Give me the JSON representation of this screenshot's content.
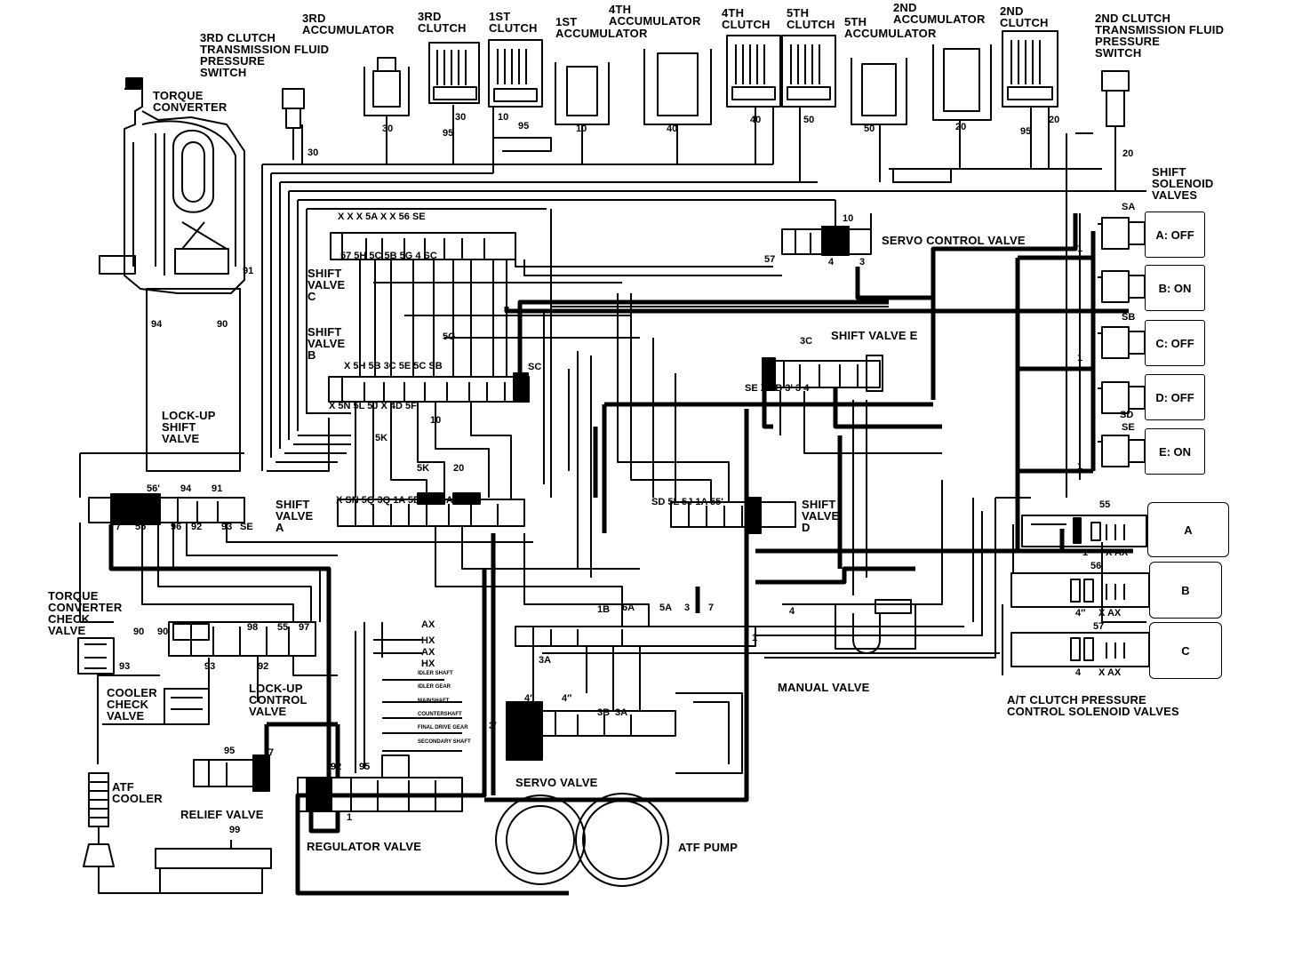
{
  "top_components": {
    "switch3": "3RD CLUTCH\nTRANSMISSION FLUID\nPRESSURE\nSWITCH",
    "acc3": "3RD\nACCUMULATOR",
    "clutch3": "3RD\nCLUTCH",
    "clutch1": "1ST\nCLUTCH",
    "acc1": "1ST\nACCUMULATOR",
    "acc4": "4TH\nACCUMULATOR",
    "clutch4": "4TH\nCLUTCH",
    "clutch5": "5TH\nCLUTCH",
    "acc5": "5TH\nACCUMULATOR",
    "acc2": "2ND\nACCUMULATOR",
    "clutch2": "2ND\nCLUTCH",
    "switch2": "2ND CLUTCH\nTRANSMISSION FLUID\nPRESSURE\nSWITCH"
  },
  "valves": {
    "torque_converter": "TORQUE\nCONVERTER",
    "shift_valve_c": "SHIFT\nVALVE\nC",
    "shift_valve_b": "SHIFT\nVALVE\nB",
    "servo_control": "SERVO CONTROL VALVE",
    "shift_valve_e": "SHIFT VALVE E",
    "lockup_shift": "LOCK-UP\nSHIFT\nVALVE",
    "shift_valve_a": "SHIFT\nVALVE\nA",
    "shift_valve_d": "SHIFT\nVALVE\nD",
    "tc_check": "TORQUE\nCONVERTER\nCHECK\nVALVE",
    "cooler_check": "COOLER\nCHECK\nVALVE",
    "lockup_control": "LOCK-UP\nCONTROL\nVALVE",
    "manual": "MANUAL VALVE",
    "atf_cooler": "ATF\nCOOLER",
    "relief": "RELIEF VALVE",
    "regulator": "REGULATOR VALVE",
    "servo": "SERVO VALVE",
    "atf_pump": "ATF PUMP",
    "clutch_pcs": "A/T CLUTCH PRESSURE\nCONTROL SOLENOID VALVES"
  },
  "shift_solenoids": {
    "title": "SHIFT\nSOLENOID\nVALVES",
    "items": [
      "A: OFF",
      "B: ON",
      "C: OFF",
      "D: OFF",
      "E: ON"
    ]
  },
  "pcs_solenoids": [
    "A",
    "B",
    "C"
  ],
  "regulator_notes": [
    "AX",
    "HX",
    "AX",
    "HX",
    "IDLER SHAFT",
    "IDLER GEAR",
    "MAINSHAFT",
    "COUNTERSHAFT",
    "FINAL DRIVE GEAR",
    "SECONDARY SHAFT"
  ],
  "ports": {
    "p_30a": "30",
    "p_30b": "30",
    "p_95a": "95",
    "p_30c": "30",
    "p_10a": "10",
    "p_95b": "95",
    "p_10b": "10",
    "p_40a": "40",
    "p_40b": "40",
    "p_50a": "50",
    "p_50b": "50",
    "p_20a": "20",
    "p_95c": "95",
    "p_20b": "20",
    "p_20c": "20",
    "p_91": "91",
    "p_94": "94",
    "p_90": "90",
    "p_sa": "SA",
    "p_sb": "SB",
    "p_sc": "SC",
    "p_sd": "SD",
    "p_se": "SE",
    "p_1a": "1",
    "p_1b": "1",
    "p_1c": "1",
    "p_57": "57",
    "p_4": "4",
    "p_3": "3",
    "p_10c": "10",
    "p_55": "55",
    "p_56": "56",
    "p_57b": "57",
    "p_1d": "1",
    "p_xax1": "X  AX",
    "p_xax2": "X  AX",
    "p_xax3": "X  AX",
    "p_4p": "4″",
    "p_4q": "4",
    "p_92": "92",
    "p_95d": "95",
    "p_7": "7",
    "p_1e": "1",
    "p_99": "99",
    "p_3p": "3′",
    "p_4pp": "4′",
    "p_4ppp": "4″",
    "p_3b": "3B",
    "p_3a": "3A",
    "p_3a2": "3A",
    "p_1b2": "1B",
    "p_6a": "6A",
    "p_5a": "5A",
    "p_3c": "3",
    "p_7b": "7",
    "p_4c": "4",
    "p_1f": "1",
    "p_90b": "90",
    "p_93": "93",
    "p_90c": "90",
    "p_98": "98",
    "p_55b": "55",
    "p_97": "97",
    "p_96": "96",
    "p_92b": "92",
    "p_93b": "93",
    "p_se2": "SE",
    "p_7c": "7",
    "p_55c": "55",
    "p_56c": "56'",
    "p_94b": "94",
    "p_91b": "91",
    "sa_row": "X   SN  5Q  3Q   1A  5B' 5F  SA",
    "sd_row": "SD   5L   5J    1A  55'",
    "sc_top": "X   X X  5A  X X  56  SE",
    "sc_mid": "57  5H  5C       5B  5G       4   SC",
    "sb_mid": "X        5H      5B    3C   5E   5C  SB",
    "sb_bot": "X 5N   5L   5J   X   4D       5F",
    "se_row": "SE  X  3B    3'   3   4",
    "x5k": "5K",
    "x20": "20",
    "x5g": "5G",
    "x3c": "3C",
    "x10": "10"
  }
}
